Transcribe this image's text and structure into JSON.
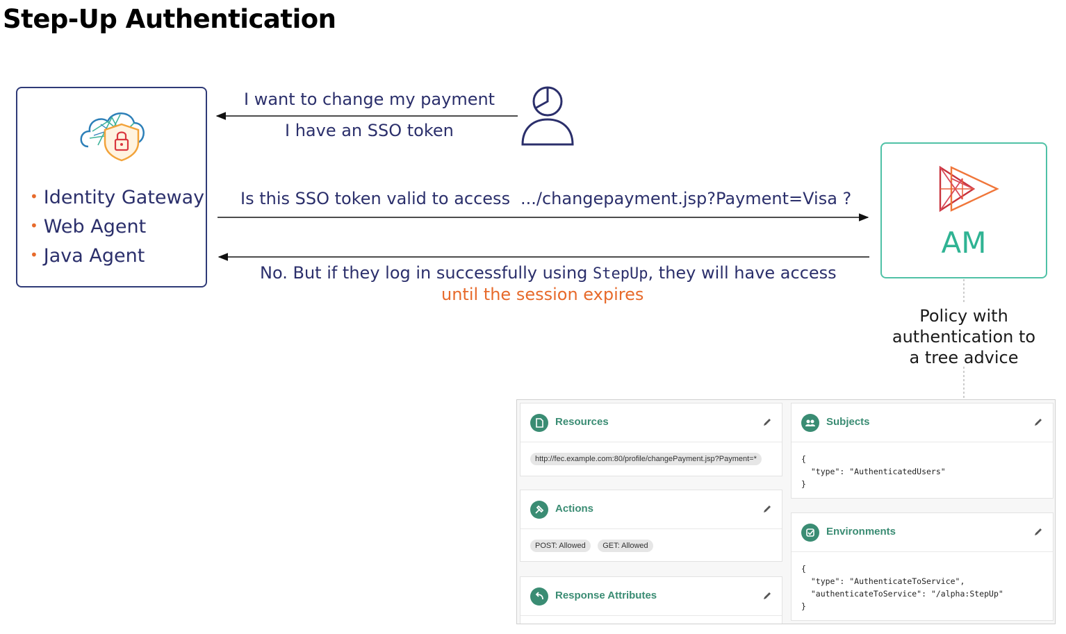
{
  "title": "Step-Up Authentication",
  "gateway": {
    "items": [
      "Identity Gateway",
      "Web Agent",
      "Java Agent"
    ]
  },
  "user_message": {
    "line1": "I want to change my payment",
    "line2": "I have an SSO token"
  },
  "request": {
    "text": "Is this SSO token valid to access",
    "url": ".../changepayment.jsp?Payment=Visa ?"
  },
  "response": {
    "part1": "No. But if they log in successfully using ",
    "code": "StepUp",
    "part2": ", they will have access",
    "line2": "until the session expires"
  },
  "am": {
    "label": "AM"
  },
  "policy_note": [
    "Policy with",
    "authentication to",
    "a tree advice"
  ],
  "policy": {
    "resources": {
      "title": "Resources",
      "url": "http://fec.example.com:80/profile/changePayment.jsp?Payment=*"
    },
    "actions": {
      "title": "Actions",
      "chips": [
        "POST: Allowed",
        "GET: Allowed"
      ]
    },
    "response_attributes": {
      "title": "Response Attributes"
    },
    "subjects": {
      "title": "Subjects",
      "code": [
        "{",
        "  \"type\": \"AuthenticatedUsers\"",
        "}"
      ]
    },
    "environments": {
      "title": "Environments",
      "code": [
        "{",
        "  \"type\": \"AuthenticateToService\",",
        "  \"authenticateToService\": \"/alpha:StepUp\"",
        "}"
      ]
    }
  },
  "colors": {
    "navy": "#2b2f6b",
    "orange": "#e76a2b",
    "teal": "#2fb393",
    "policy_green": "#3a8c73"
  }
}
